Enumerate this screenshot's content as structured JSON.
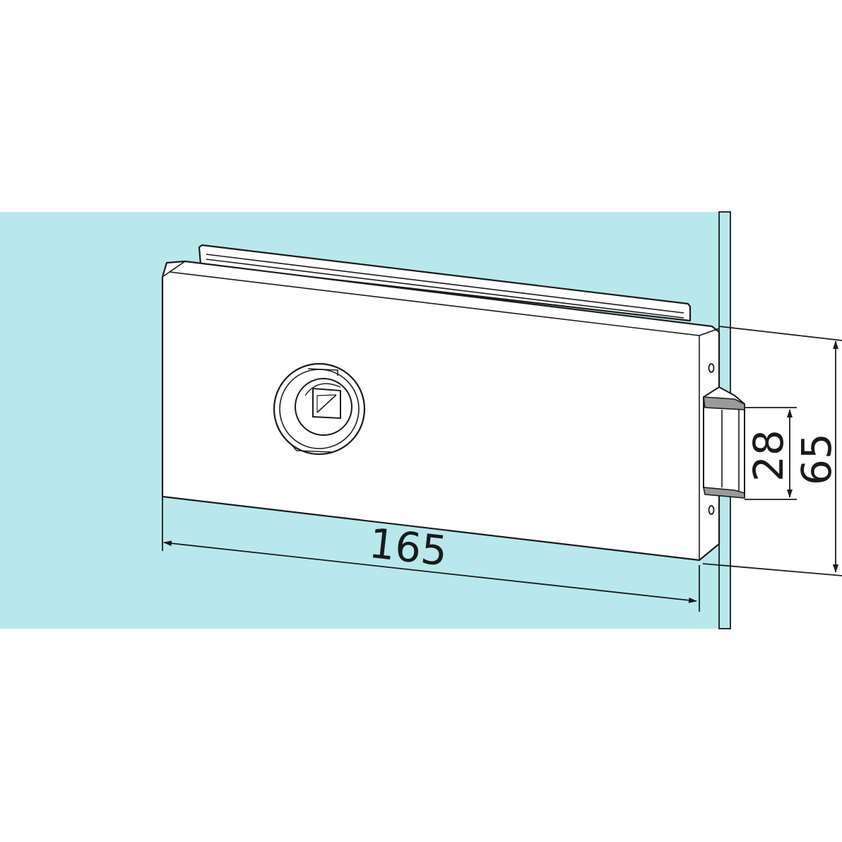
{
  "colors": {
    "glass": "#b8e8ec",
    "line": "#1a1a1a",
    "body": "#ffffff",
    "metal": "#9a9a9a"
  },
  "dimensions": {
    "length": "165",
    "height": "65",
    "latch_height": "28"
  }
}
